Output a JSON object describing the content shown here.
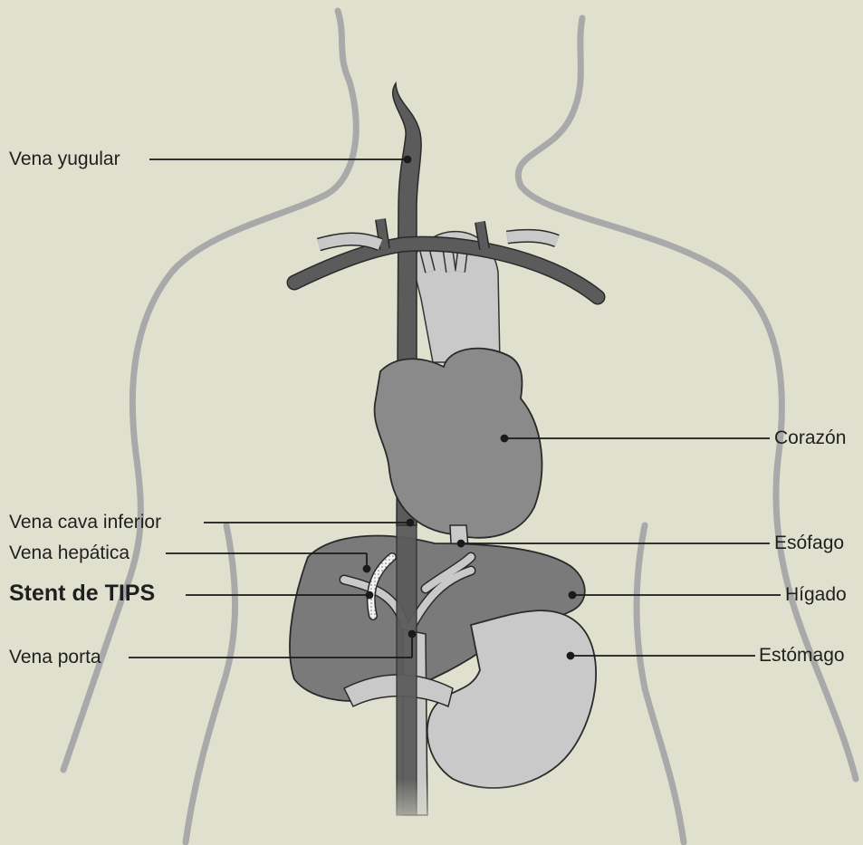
{
  "labels": {
    "vena_yugular": "Vena yugular",
    "vena_cava_inferior": "Vena cava inferior",
    "vena_hepatica": "Vena hepática",
    "stent_tips": "Stent de TIPS",
    "vena_porta": "Vena porta",
    "corazon": "Corazón",
    "esofago": "Esófago",
    "higado": "Hígado",
    "estomago": "Estómago"
  },
  "colors": {
    "background": "#e0e0cf",
    "body_outline": "#a9a9a9",
    "vein_dark": "#5b5b5b",
    "organ_mid": "#8a8a8a",
    "organ_light": "#c9c9c9",
    "liver": "#7a7a7a",
    "leader_line": "#1a1a1a"
  }
}
